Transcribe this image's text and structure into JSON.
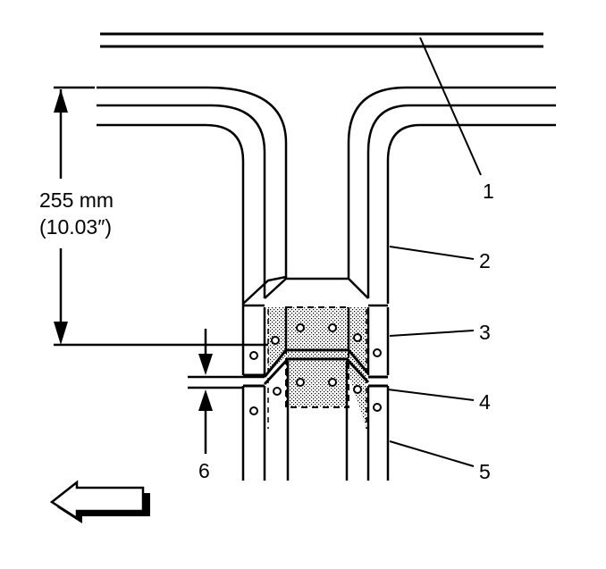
{
  "dimension": {
    "value": "255 mm",
    "imperial": "(10.03″)"
  },
  "gap_label": "6",
  "callouts": [
    "1",
    "2",
    "3",
    "4",
    "5"
  ],
  "colors": {
    "ink": "#000000",
    "background": "#ffffff",
    "shading": "#c8c8c8"
  },
  "icons": {
    "arrow": "forward-direction-arrow-icon"
  }
}
